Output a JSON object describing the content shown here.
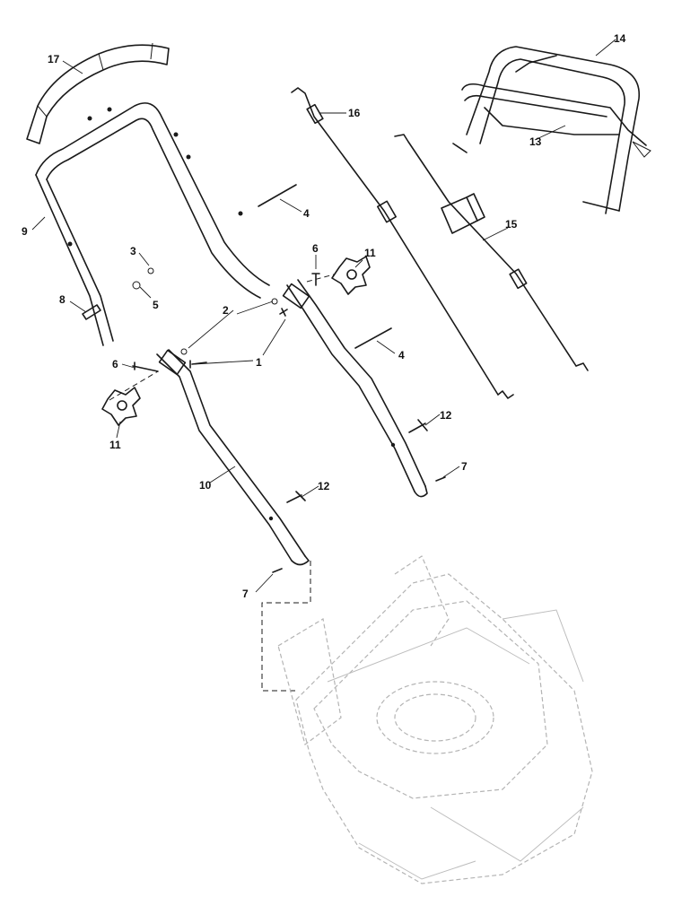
{
  "callouts": [
    {
      "id": "17",
      "label": "17"
    },
    {
      "id": "9",
      "label": "9"
    },
    {
      "id": "3",
      "label": "3"
    },
    {
      "id": "5",
      "label": "5"
    },
    {
      "id": "8",
      "label": "8"
    },
    {
      "id": "2",
      "label": "2"
    },
    {
      "id": "1",
      "label": "1"
    },
    {
      "id": "6a",
      "label": "6"
    },
    {
      "id": "6b",
      "label": "6"
    },
    {
      "id": "11a",
      "label": "11"
    },
    {
      "id": "11b",
      "label": "11"
    },
    {
      "id": "4a",
      "label": "4"
    },
    {
      "id": "4b",
      "label": "4"
    },
    {
      "id": "16",
      "label": "16"
    },
    {
      "id": "15",
      "label": "15"
    },
    {
      "id": "14",
      "label": "14"
    },
    {
      "id": "13",
      "label": "13"
    },
    {
      "id": "10",
      "label": "10"
    },
    {
      "id": "12a",
      "label": "12"
    },
    {
      "id": "12b",
      "label": "12"
    },
    {
      "id": "7a",
      "label": "7"
    },
    {
      "id": "7b",
      "label": "7"
    }
  ],
  "colors": {
    "line": "#1a1a1a",
    "ghost": "#b4b4b4",
    "background": "#ffffff"
  }
}
